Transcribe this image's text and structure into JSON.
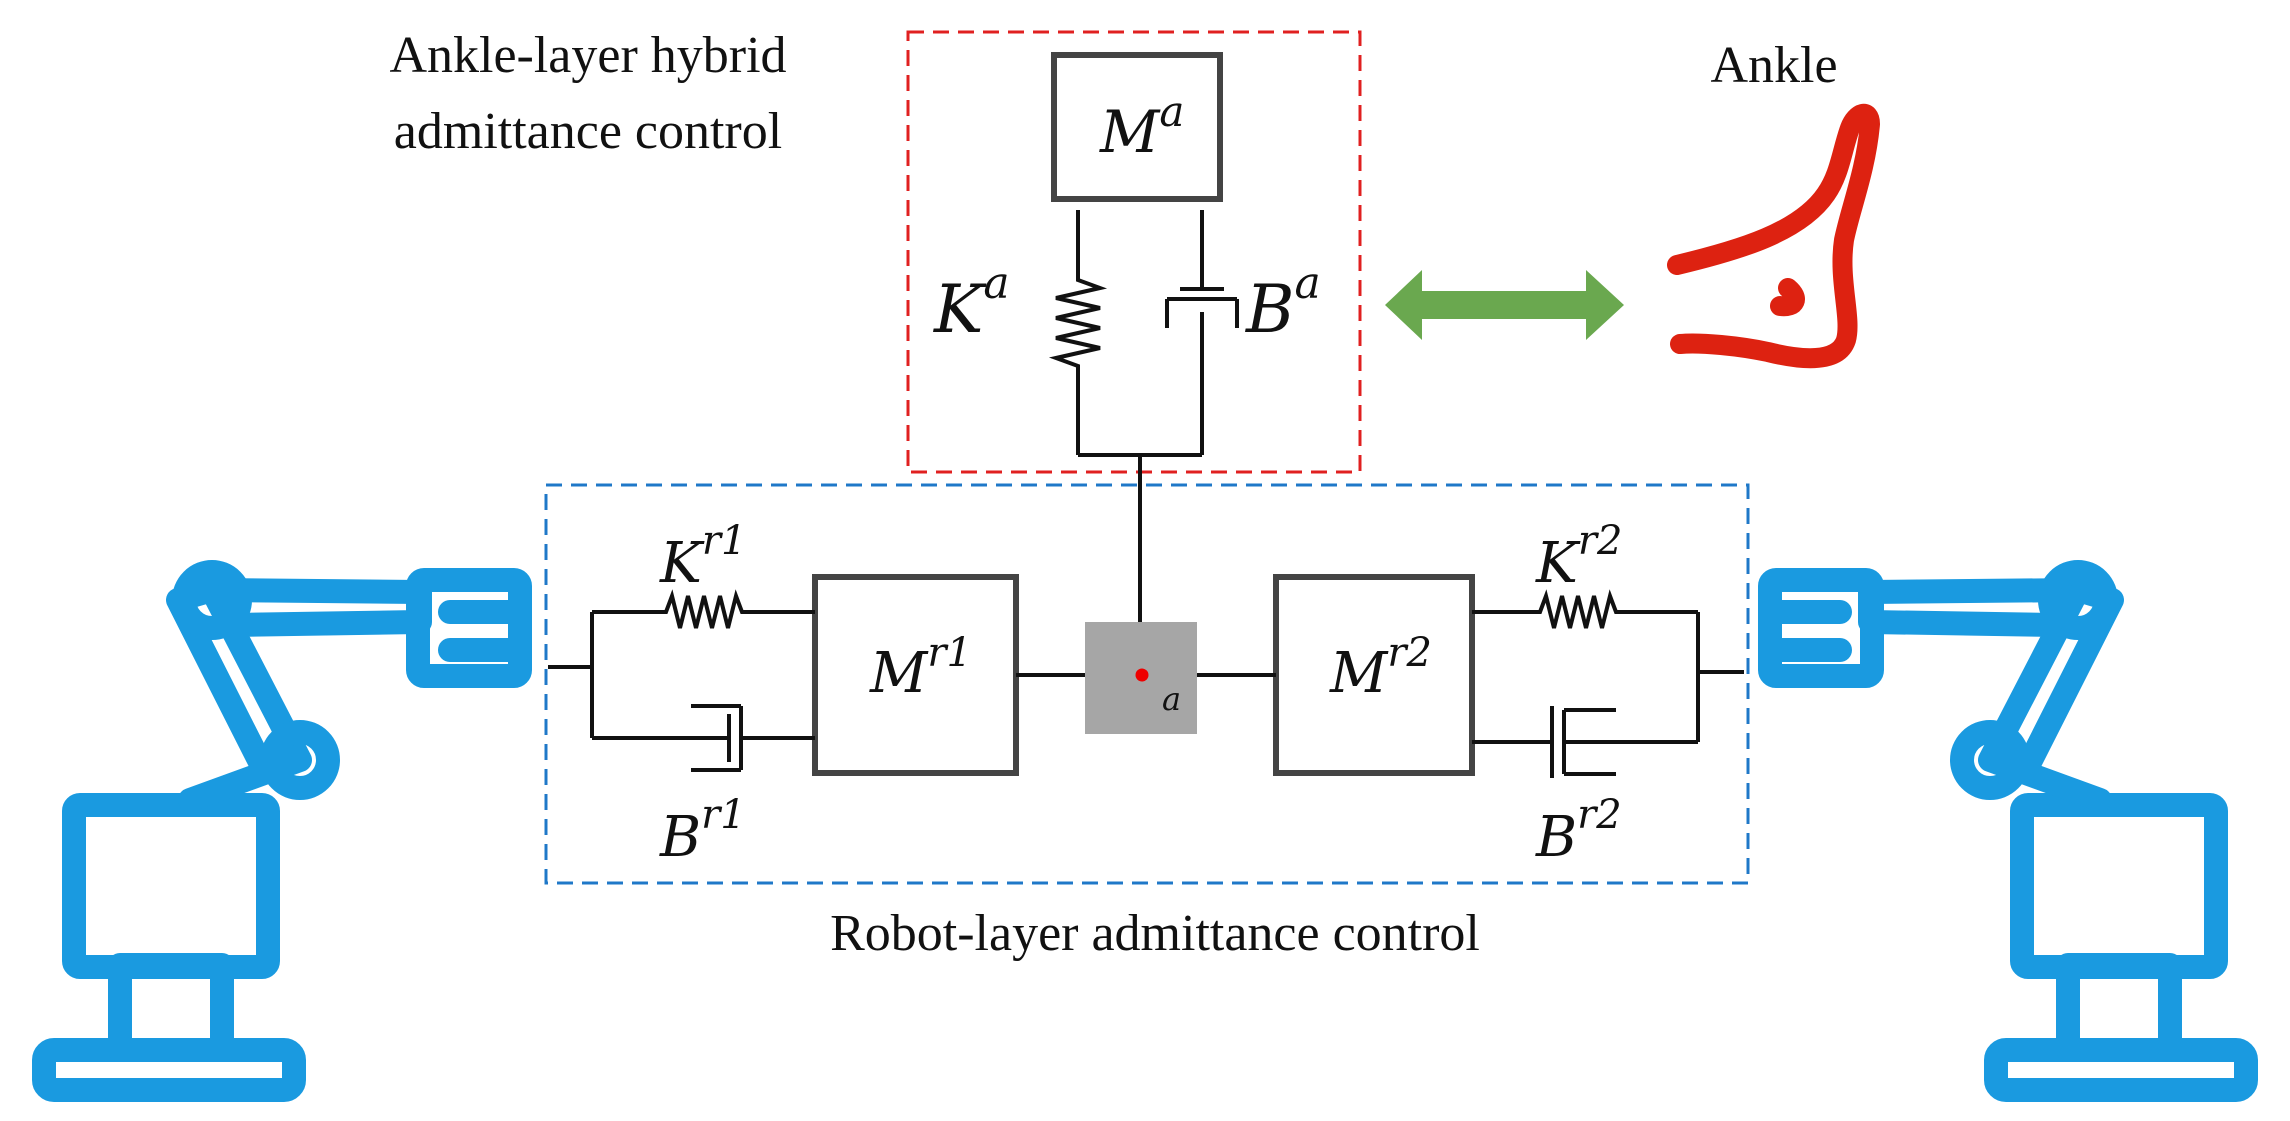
{
  "labels": {
    "ankle_layer_line1": "Ankle-layer hybrid",
    "ankle_layer_line2": "admittance control",
    "ankle": "Ankle",
    "robot_layer": "Robot-layer admittance control"
  },
  "symbols": {
    "Ma": {
      "base": "M",
      "sup": "a"
    },
    "Ka": {
      "base": "K",
      "sup": "a"
    },
    "Ba": {
      "base": "B",
      "sup": "a"
    },
    "Kr1": {
      "base": "K",
      "sup": "r1"
    },
    "Br1": {
      "base": "B",
      "sup": "r1"
    },
    "Mr1": {
      "base": "M",
      "sup": "r1"
    },
    "Kr2": {
      "base": "K",
      "sup": "r2"
    },
    "Br2": {
      "base": "B",
      "sup": "r2"
    },
    "Mr2": {
      "base": "M",
      "sup": "r2"
    },
    "point": "a"
  },
  "colors": {
    "robot": "#1a9ae0",
    "ankle": "#dd2211",
    "arrow": "#6aa84f",
    "ankle_box_border": "#e02020",
    "robot_box_border": "#1f78c8",
    "point_block": "#a6a6a6",
    "point_dot": "#ee0000"
  },
  "icons": [
    "robot-arm-left-icon",
    "robot-arm-right-icon",
    "ankle-icon",
    "double-arrow-icon"
  ]
}
